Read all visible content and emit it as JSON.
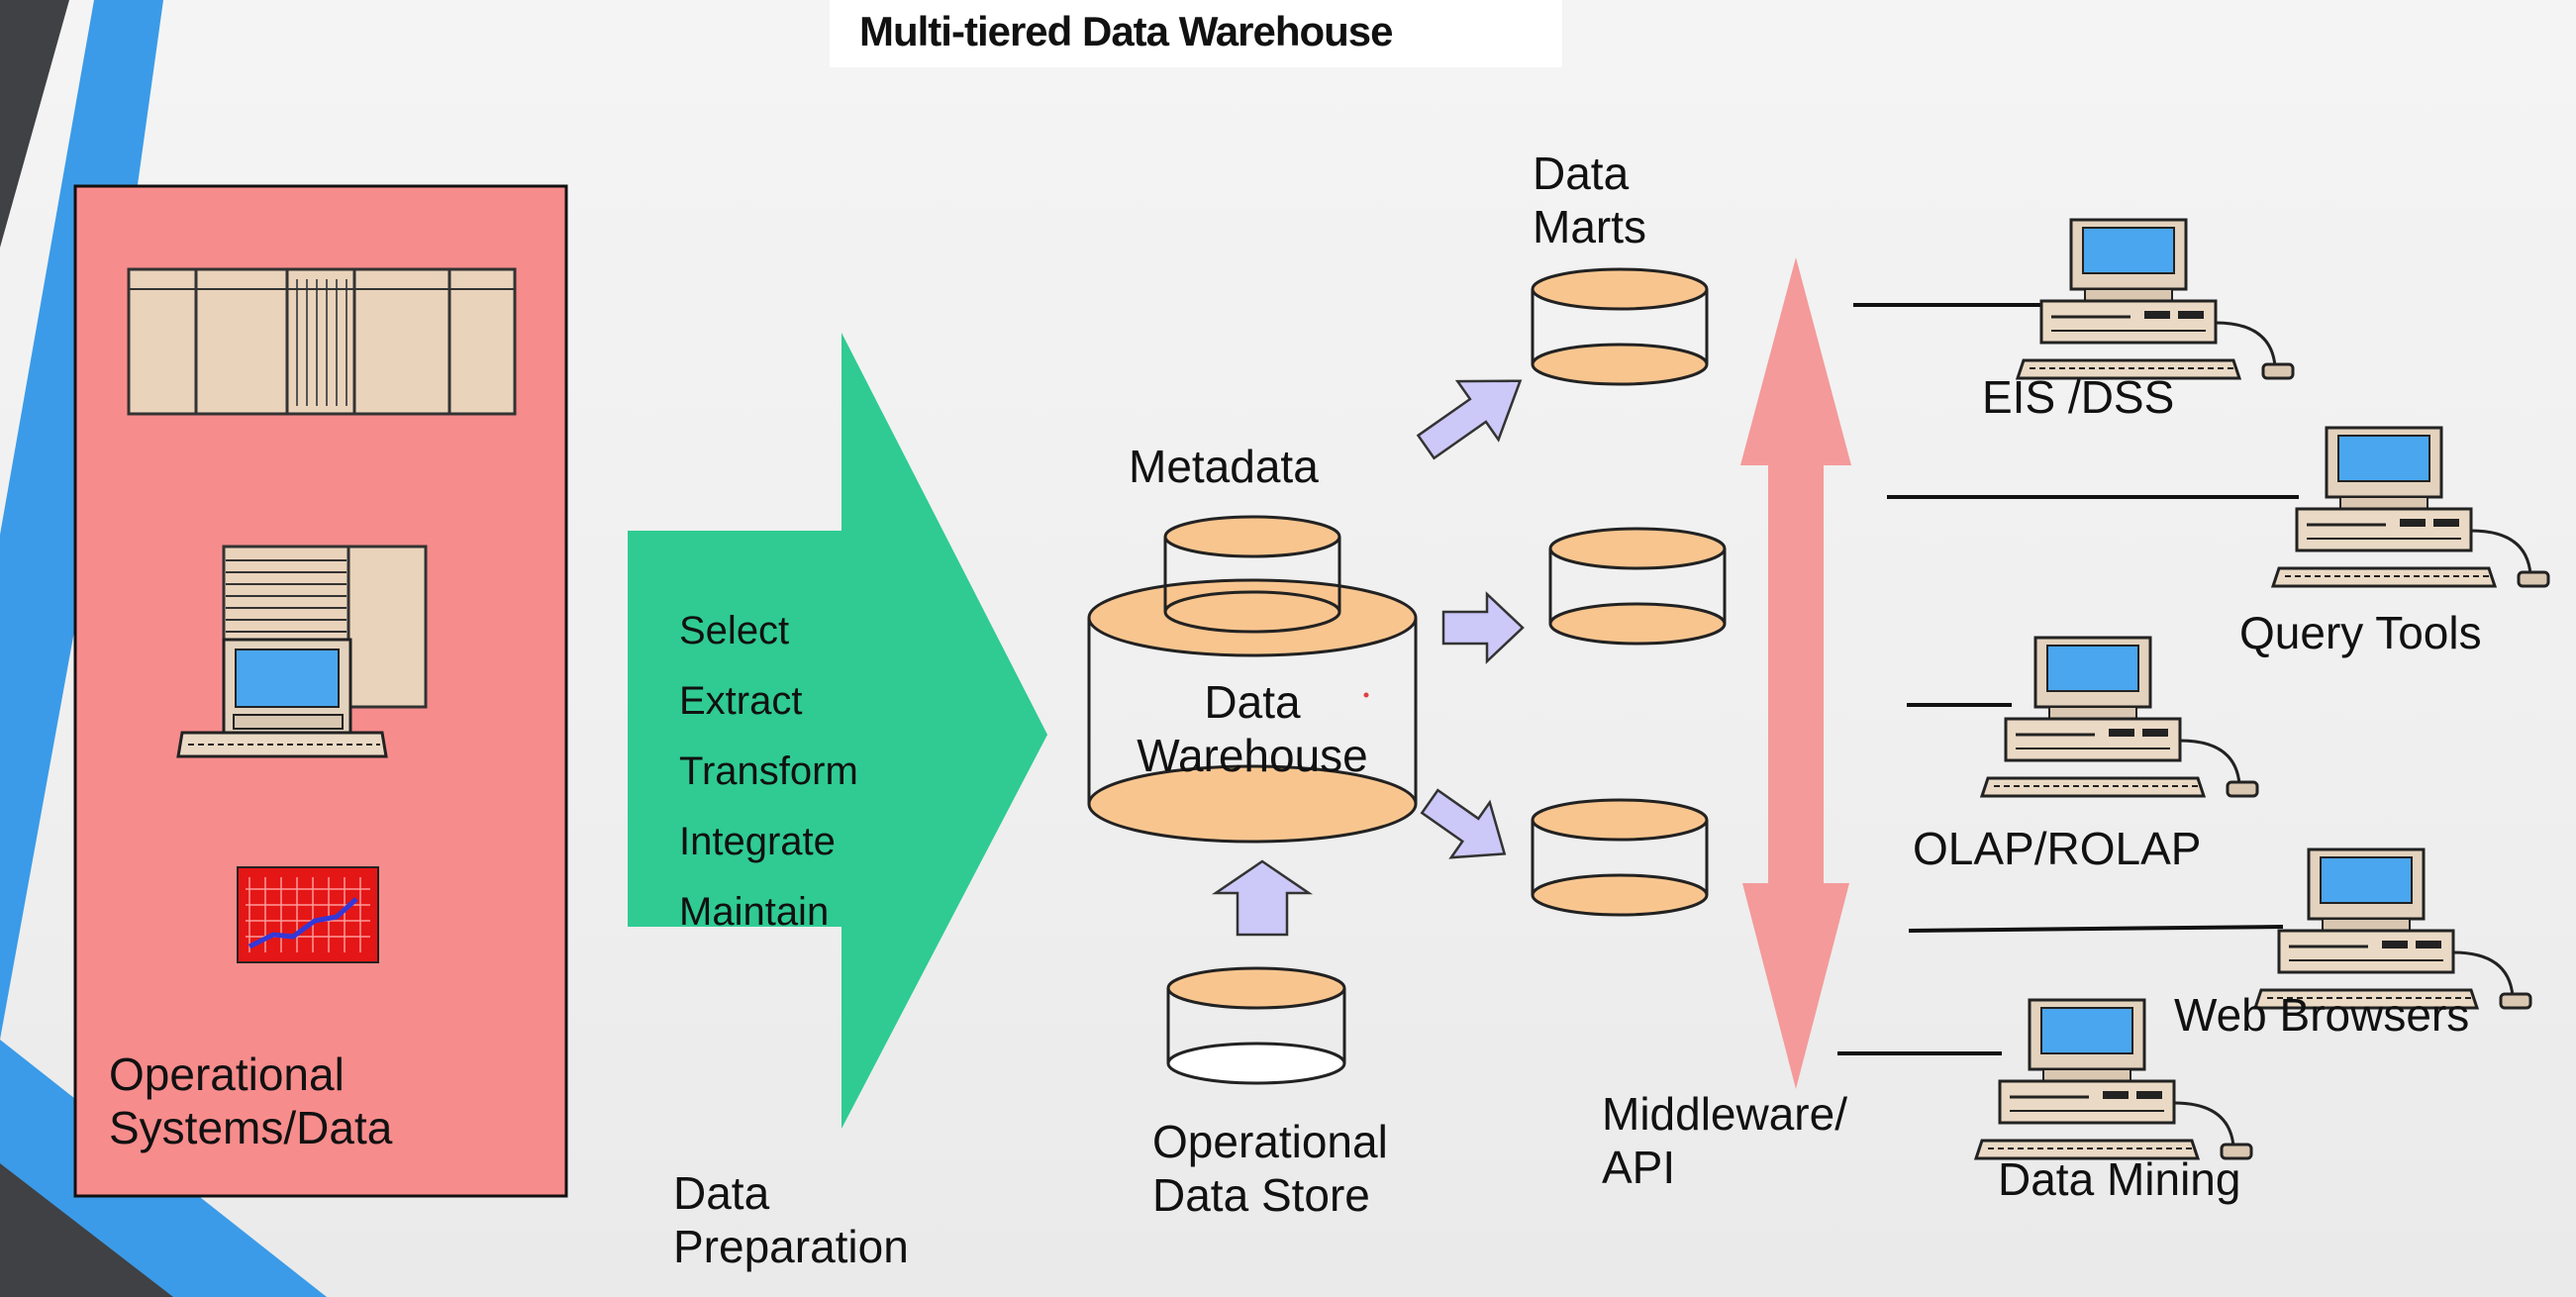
{
  "title": "Multi-tiered Data Warehouse",
  "operational": {
    "label_line1": "Operational",
    "label_line2": "Systems/Data"
  },
  "data_preparation": {
    "steps": [
      "Select",
      "Extract",
      "Transform",
      "Integrate",
      "Maintain"
    ],
    "label_line1": "Data",
    "label_line2": "Preparation"
  },
  "metadata": {
    "label": "Metadata"
  },
  "warehouse": {
    "label_line1": "Data",
    "label_line2": "Warehouse"
  },
  "ods": {
    "label_line1": "Operational",
    "label_line2": "Data Store"
  },
  "data_marts": {
    "label_line1": "Data",
    "label_line2": "Marts"
  },
  "middleware": {
    "label_line1": "Middleware/",
    "label_line2": "API"
  },
  "tools": [
    {
      "label": "EIS /DSS"
    },
    {
      "label": "Query Tools"
    },
    {
      "label": "OLAP/ROLAP"
    },
    {
      "label": "Web Browsers"
    },
    {
      "label": "Data Mining"
    }
  ],
  "colors": {
    "operational_panel": "#f78c8c",
    "prep_arrow": "#2fcb92",
    "cylinder_fill": "#f8c58f",
    "small_arrow": "#ccc8f8",
    "middleware_arrow": "#f49a9a",
    "monitor_screen": "#4aa6ee",
    "computer_body": "#ead9c4"
  }
}
